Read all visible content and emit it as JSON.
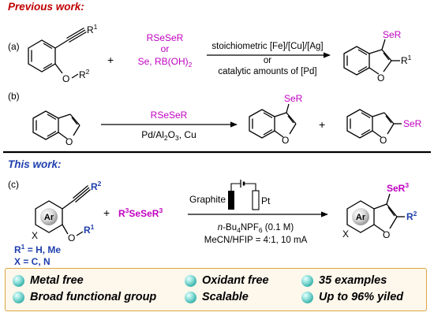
{
  "headers": {
    "previous": "Previous work:",
    "this": "This work:"
  },
  "panel_labels": {
    "a": "(a)",
    "b": "(b)",
    "c": "(c)"
  },
  "scheme_a": {
    "substituent_r1": "R1",
    "substituent_or2": "O",
    "r2": "R2",
    "plus": "+",
    "reagent_line1": "RSeSeR",
    "reagent_line2": "or",
    "reagent_line3": "Se, RB(OH)2",
    "arrow_top": "stoichiometric [Fe]/[Cu]/[Ag]",
    "arrow_mid": "or",
    "arrow_bottom": "catalytic amounts of [Pd]",
    "product_se": "SeR",
    "product_r1": "R1",
    "product_o": "O"
  },
  "scheme_b": {
    "reagent": "RSeSeR",
    "conditions": "Pd/Al2O3, Cu",
    "product1_se": "SeR",
    "product2_se": "SeR",
    "plus": "+",
    "o": "O"
  },
  "scheme_c": {
    "ar": "Ar",
    "r2": "R2",
    "x": "X",
    "o": "O",
    "r1": "R1",
    "plus": "+",
    "reagent": "R3SeSeR3",
    "electrode_left": "Graphite",
    "electrode_right": "Pt",
    "electrolyte": "n-Bu4NPF6 (0.1 M)",
    "solvent": "MeCN/HFIP = 4:1, 10 mA",
    "r1_def": "R1 = H, Me",
    "x_def": "X = C, N",
    "product_se": "SeR3",
    "product_r2": "R2"
  },
  "features": [
    "Metal free",
    "Oxidant free",
    "35 examples",
    "Broad functional group",
    "Scalable",
    "Up to 96% yiled"
  ],
  "colors": {
    "previous_header": "#c00000",
    "this_header": "#1f3fae",
    "selenium_reagent": "#c000c0",
    "substituent_blue": "#1f3fae",
    "box_border": "#d9a640"
  }
}
